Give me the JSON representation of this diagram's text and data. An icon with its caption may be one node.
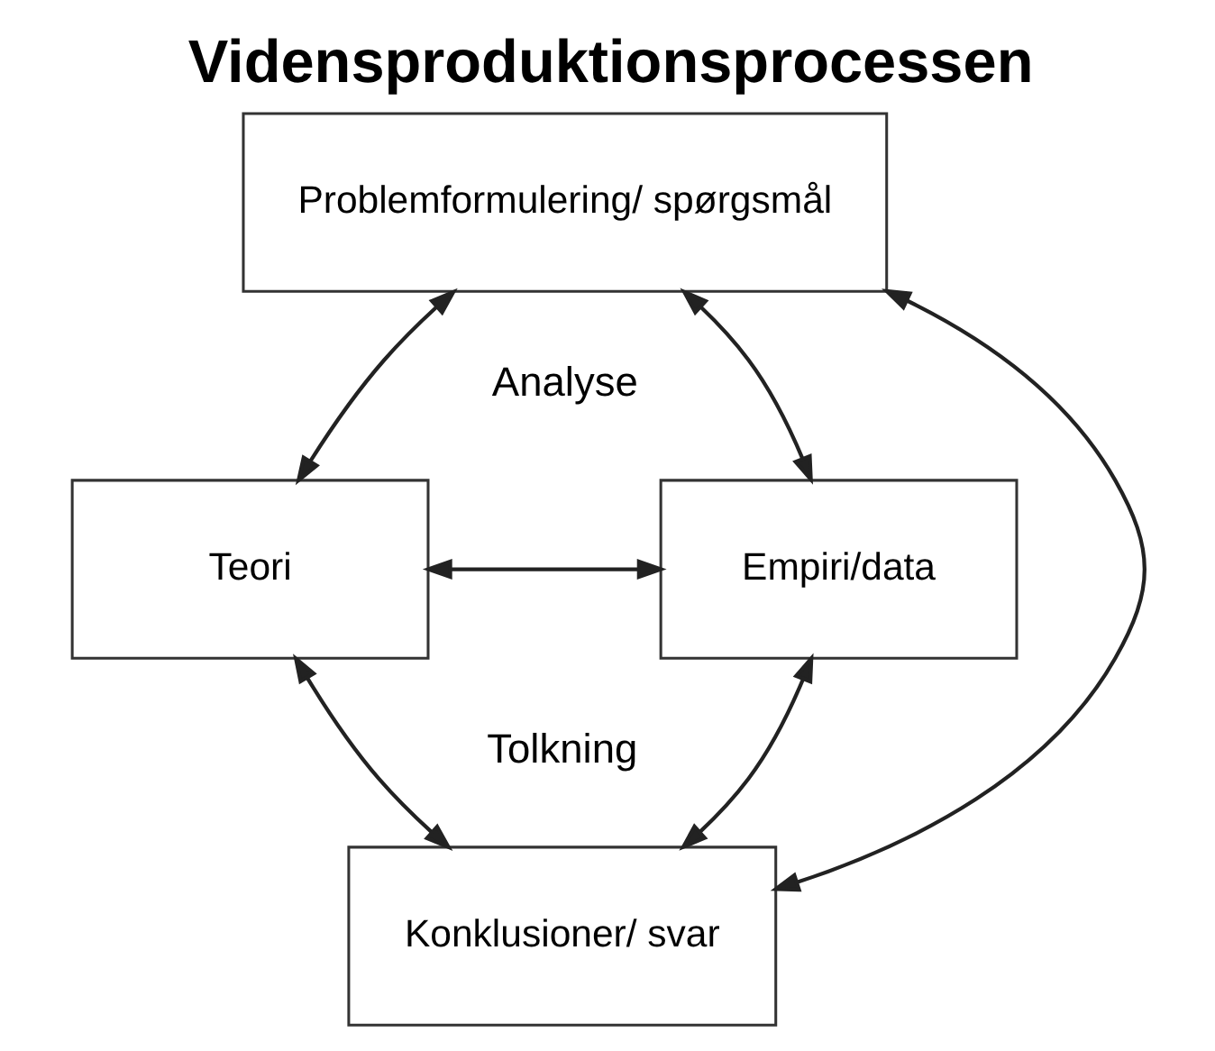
{
  "diagram": {
    "title": "Vidensproduktionsprocessen",
    "nodes": [
      {
        "text": [
          "Problemformulering/ spørgsmål"
        ]
      },
      {
        "text": [
          "Teori"
        ]
      },
      {
        "text": [
          "Empiri/data"
        ]
      },
      {
        "text": [
          "Konklusioner/ svar"
        ]
      }
    ],
    "edges": [
      {
        "from": 0,
        "to": 1,
        "arrow": "both"
      },
      {
        "from": 0,
        "to": 2,
        "arrow": "both"
      },
      {
        "from": 1,
        "to": 3,
        "arrow": "both"
      },
      {
        "from": 2,
        "to": 3,
        "arrow": "both"
      },
      {
        "from": 1,
        "to": 2,
        "arrow": "both"
      },
      {
        "from": 0,
        "to": 3,
        "arrow": "both"
      }
    ],
    "labels": [
      "Analyse",
      "Tolkning"
    ]
  }
}
